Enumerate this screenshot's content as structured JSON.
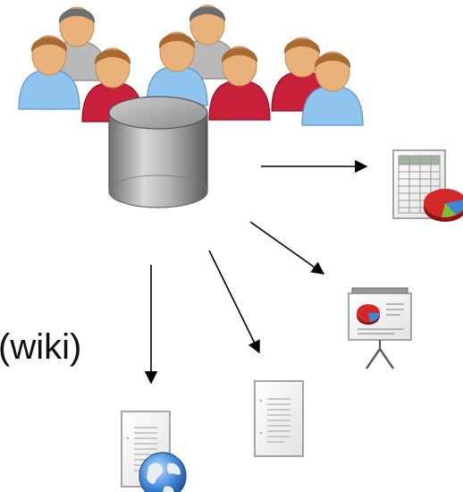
{
  "diagram": {
    "label": "(wiki)",
    "nodes": [
      {
        "id": "users",
        "icon": "people-group-icon"
      },
      {
        "id": "database",
        "icon": "database-cylinder-icon"
      },
      {
        "id": "spreadsheet",
        "icon": "spreadsheet-chart-icon"
      },
      {
        "id": "presentation",
        "icon": "presentation-board-icon"
      },
      {
        "id": "document",
        "icon": "text-document-icon"
      },
      {
        "id": "web-page",
        "icon": "web-document-globe-icon"
      }
    ],
    "arrows": [
      {
        "from": "database",
        "to": "spreadsheet"
      },
      {
        "from": "database",
        "to": "presentation"
      },
      {
        "from": "database",
        "to": "document"
      },
      {
        "from": "database",
        "to": "web-page"
      }
    ]
  },
  "colors": {
    "skin": "#e8b27a",
    "hair": "#a86a30",
    "shirt_blue": "#8ec4ee",
    "shirt_red": "#c8203a",
    "shirt_gray": "#b9b9b9",
    "cylinder": "#9a9a9a",
    "arrow": "#000000",
    "chart_red": "#d42828"
  }
}
